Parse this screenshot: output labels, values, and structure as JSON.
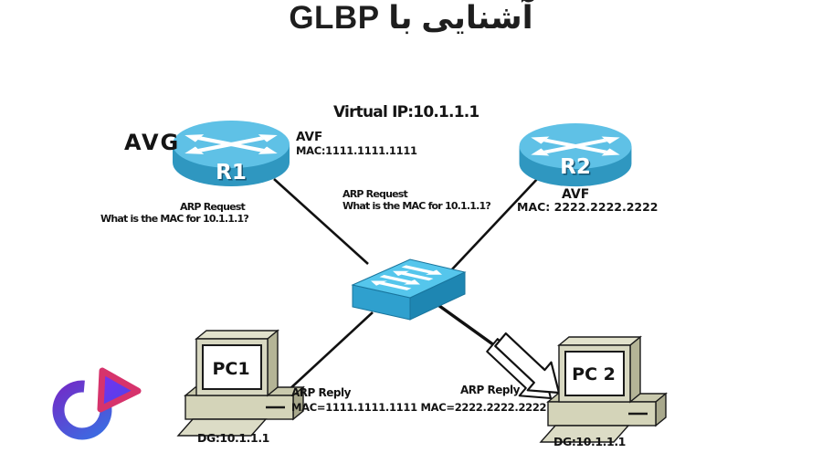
{
  "title": "آشنایی با GLBP",
  "virtual_ip": "Virtual IP:10.1.1.1",
  "routers": {
    "r1": {
      "name": "R1",
      "gateway_role": "AVG",
      "forwarder_role": "AVF",
      "mac": "MAC:1111.1111.1111"
    },
    "r2": {
      "name": "R2",
      "forwarder_role": "AVF",
      "mac": "MAC: 2222.2222.2222"
    }
  },
  "messages": {
    "arp_request_left": {
      "title": "ARP Request",
      "question": "What is the MAC for 10.1.1.1?"
    },
    "arp_request_center": {
      "title": "ARP Request",
      "question": "What is the MAC for 10.1.1.1?"
    },
    "arp_reply_left": {
      "title": "ARP Reply"
    },
    "arp_reply_macs": "MAC=1111.1111.1111 MAC=2222.2222.2222",
    "arp_reply_right": {
      "title": "ARP Reply"
    }
  },
  "pcs": {
    "pc1": {
      "name": "PC1",
      "default_gateway": "DG:10.1.1.1"
    },
    "pc2": {
      "name": "PC 2",
      "default_gateway": "DG:10.1.1.1"
    }
  },
  "colors": {
    "background": "#ffffff",
    "title_text": "#1e1e1e",
    "label_text": "#141414",
    "line": "#111111",
    "router_top": "#5fc1e6",
    "router_body": "#2f97c0",
    "switch_top": "#55c6ec",
    "switch_front": "#2fa0ce",
    "switch_side": "#1e86b2",
    "pc_beige": "#d8d8c1",
    "pc_beige_dark": "#b4b496",
    "pc_screen": "#ffffff",
    "logo_purple": "#6b2fbd",
    "logo_blue": "#2e7be8",
    "logo_pink": "#d6336c"
  }
}
